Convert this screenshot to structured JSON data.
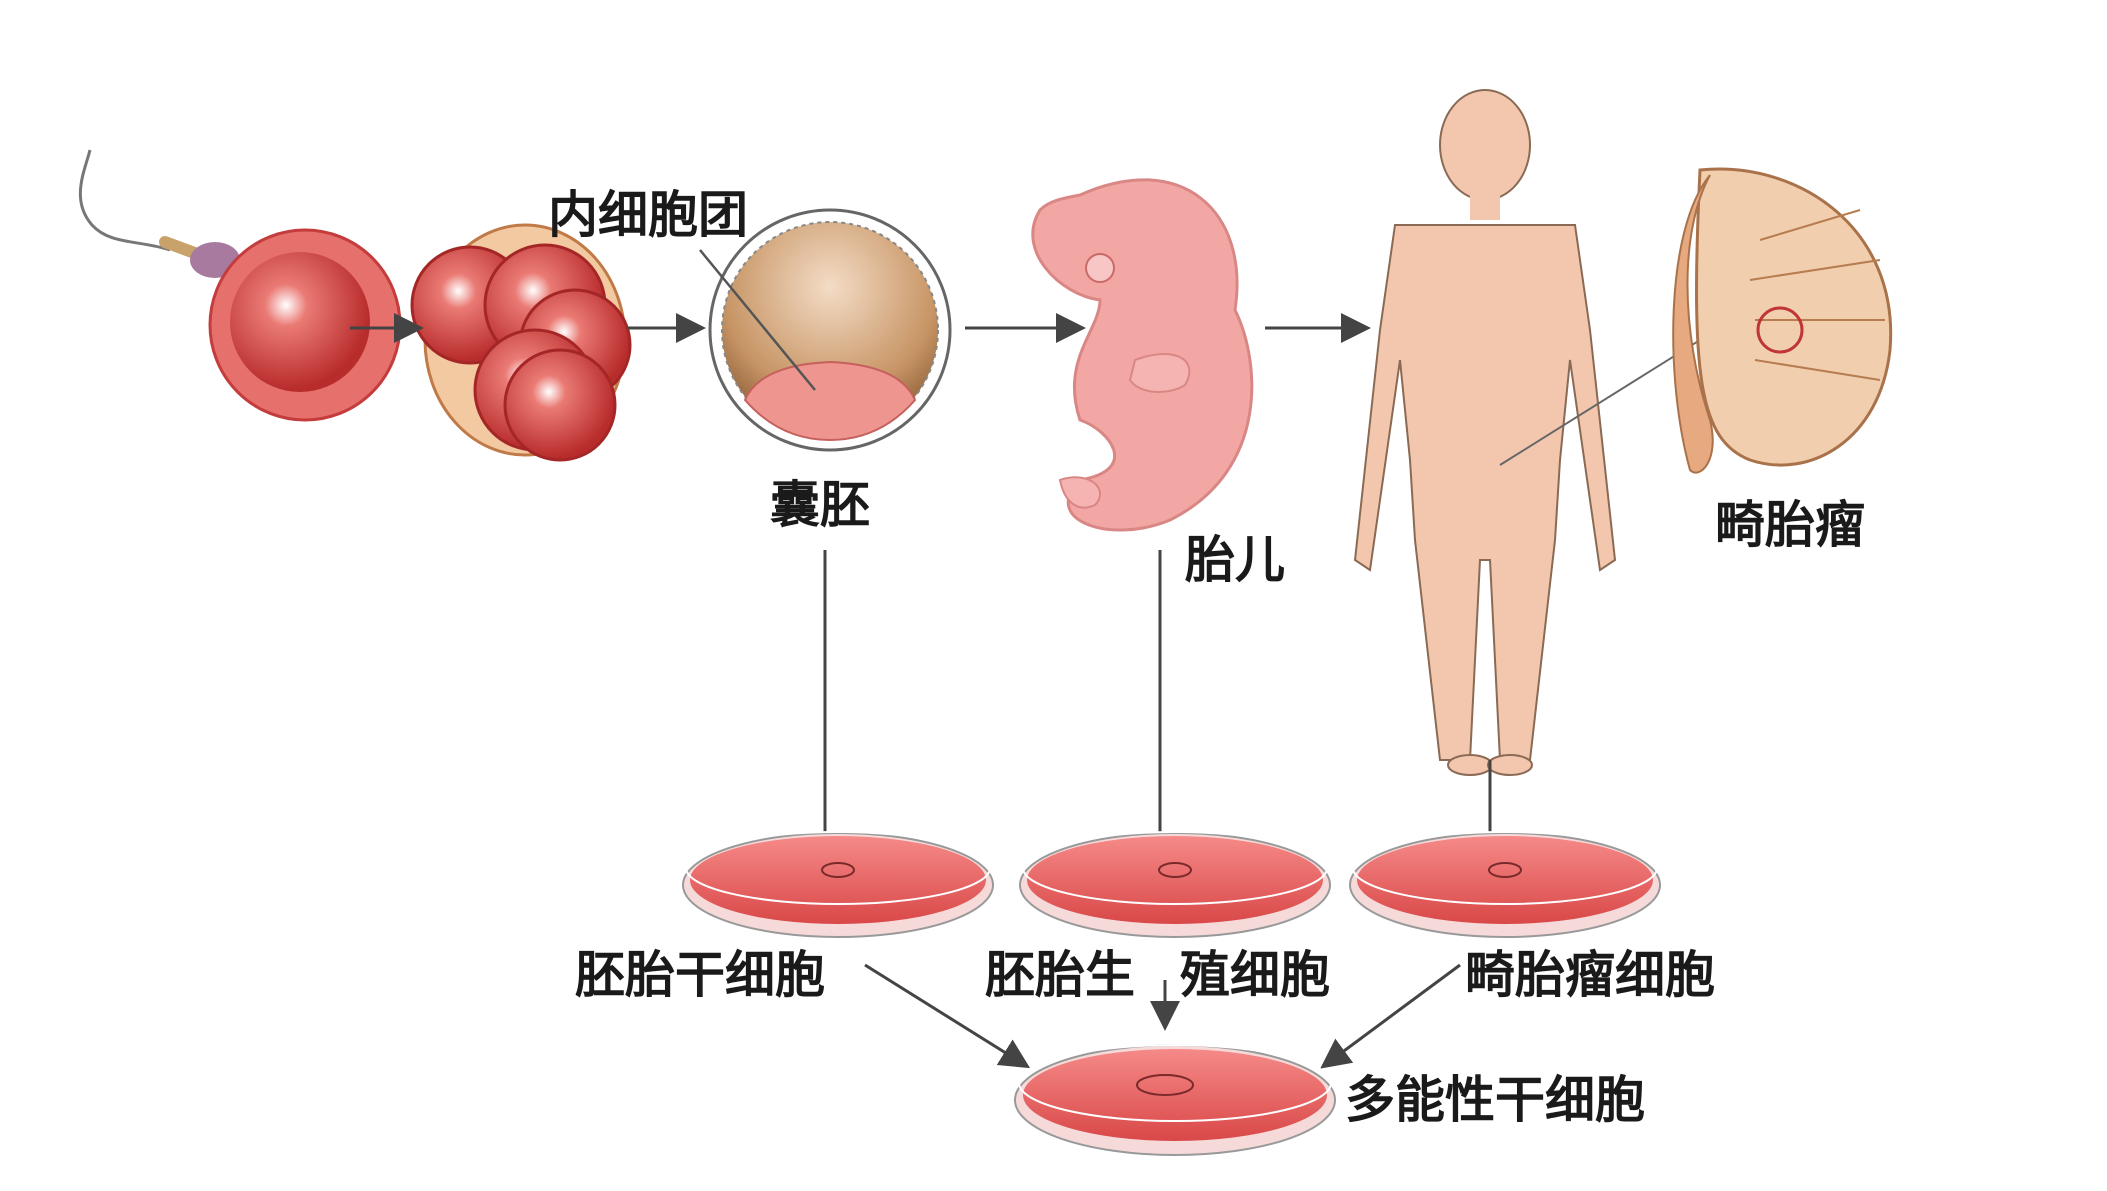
{
  "labels": {
    "inner_cell_mass": "内细胞团",
    "blastocyst": "囊胚",
    "fetus": "胎儿",
    "teratoma": "畸胎瘤",
    "es_cells": "胚胎干细胞",
    "eg_cells_part1": "胚胎生",
    "eg_cells_part2": "殖细胞",
    "ec_cells": "畸胎瘤细胞",
    "pluripotent": "多能性干细胞"
  },
  "colors": {
    "cell_red": "#d9403f",
    "cell_light": "#f08b86",
    "skin": "#f3c7ad",
    "embryo_pink": "#f3a7a5",
    "dish_red": "#e9585a",
    "arrow": "#444444",
    "text": "#1a1a1a"
  }
}
